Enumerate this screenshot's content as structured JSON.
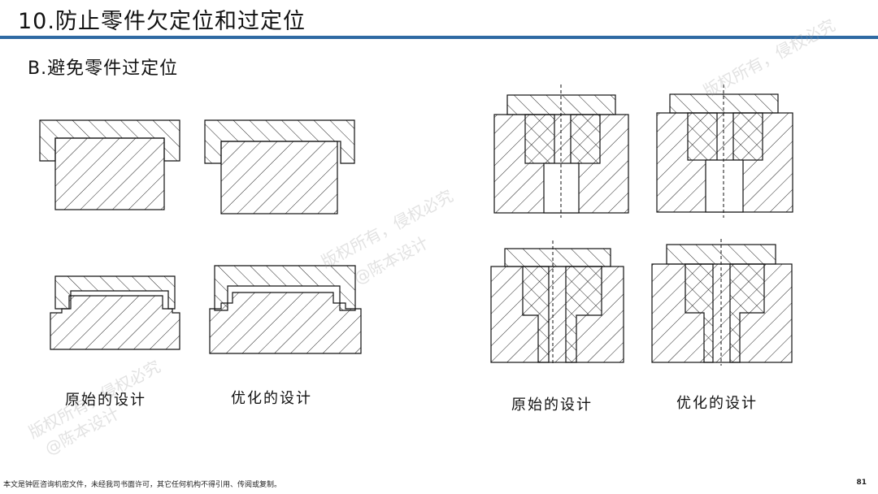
{
  "header": {
    "title": "10.防止零件欠定位和过定位",
    "accent_color": "#2f6aa3"
  },
  "section": {
    "subtitle": "B.避免零件过定位"
  },
  "captions": {
    "left_original": "原始的设计",
    "left_optimized": "优化的设计",
    "right_original": "原始的设计",
    "right_optimized": "优化的设计"
  },
  "footer": {
    "note": "本文是钟匠咨询机密文件，未经我司书面许可，其它任何机构不得引用、传阅或复制。",
    "page_number": "81"
  },
  "watermarks": [
    "版权所有，侵权必究",
    "@陈本设计"
  ]
}
